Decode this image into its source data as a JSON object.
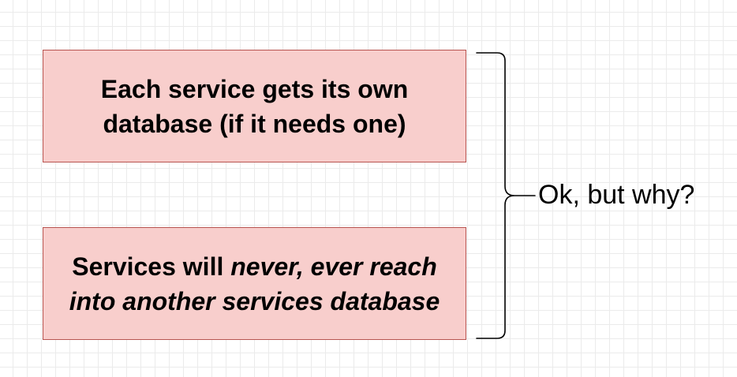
{
  "diagram": {
    "top_box": {
      "line1": "Each service gets its own",
      "line2": "database (if it needs one)"
    },
    "bottom_box": {
      "line1_plain": "Services will ",
      "line1_italic": "never, ever reach",
      "line2_italic": "into another services database"
    },
    "brace_label": "Ok, but why?"
  },
  "colors": {
    "box_fill": "#f8cecc",
    "box_stroke": "#b85450",
    "brace_stroke": "#000000",
    "grid": "#ebebeb"
  }
}
